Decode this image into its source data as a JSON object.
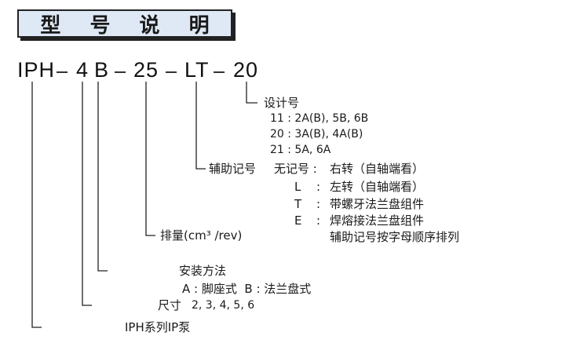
{
  "title": "型 号 说 明",
  "code": {
    "part1": "IPH",
    "part2": "4",
    "part3": "B",
    "part4": "25",
    "part5": "LT",
    "part6": "20"
  },
  "design": {
    "label": "设计号",
    "rows": [
      "11 : 2A(B), 5B, 6B",
      "20 : 3A(B), 4A(B)",
      "21 : 5A, 6A"
    ]
  },
  "aux": {
    "label": "辅助记号",
    "none_key": "无记号 :",
    "none_val": "右转（自轴端看）",
    "L_key": "L",
    "L_val": "左转（自轴端看）",
    "T_key": "T",
    "T_val": "带螺牙法兰盘组件",
    "E_key": "E",
    "E_val": "焊熔接法兰盘组件",
    "colon": ":",
    "note": "辅助记号按字母顺序排列"
  },
  "displacement": {
    "label": "排量(cm³ /rev)"
  },
  "mount": {
    "label": "安装方法",
    "options": "A : 脚座式  B : 法兰盘式"
  },
  "size": {
    "label": "尺寸",
    "values": "2, 3, 4, 5, 6"
  },
  "series": {
    "label": "IPH系列IP泵"
  }
}
